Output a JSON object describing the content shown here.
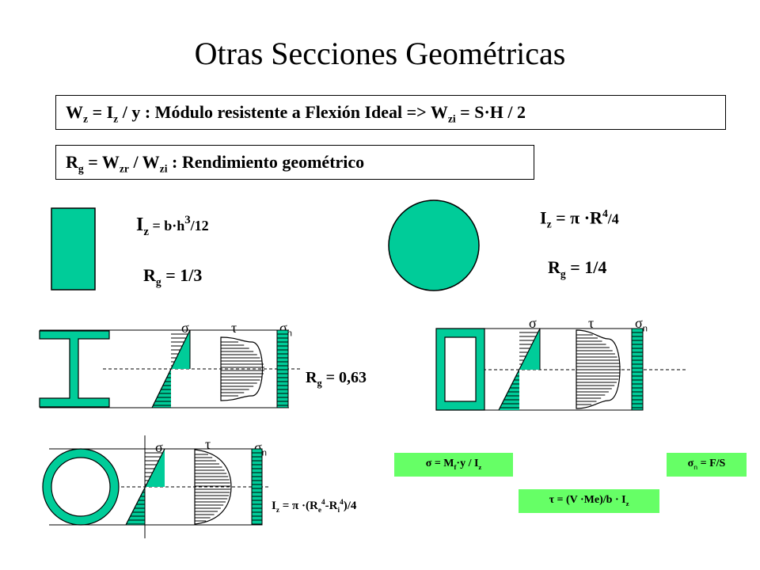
{
  "title": "Otras Secciones Geométricas",
  "definitions": {
    "wz": {
      "W": "W",
      "s1": "z",
      "eq": " = I",
      "s2": "z",
      "rest": " / y : Módulo resistente a Flexión Ideal => W",
      "s3": "zi",
      "end": " = S·H / 2"
    },
    "rg": {
      "R": "R",
      "s1": "g",
      "eq": " = W",
      "s2": "zr",
      "slash": " / W",
      "s3": "zi",
      "end": " : Rendimiento geométrico"
    }
  },
  "rect_section": {
    "iz": {
      "I": "I",
      "sub": "z",
      "eq": " = b·h",
      "sup": "3",
      "end": "/12"
    },
    "rg": {
      "R": "R",
      "sub": "g",
      "end": " = 1/3"
    }
  },
  "circle_section": {
    "iz": {
      "I": "I",
      "sub": "z",
      "eq": " = π ·R",
      "sup": "4",
      "end": "/4"
    },
    "rg": {
      "R": "R",
      "sub": "g",
      "end": " = 1/4"
    }
  },
  "ibeam_section": {
    "sigma": "σ",
    "tau": "τ",
    "sigma_n": "σ",
    "n": "n",
    "rg": {
      "R": "R",
      "sub": "g",
      "end": " = 0,63"
    }
  },
  "box_section": {
    "sigma": "σ",
    "tau": "τ",
    "sigma_n": "σ",
    "n": "n"
  },
  "ring_section": {
    "sigma": "σ",
    "tau": "τ",
    "sigma_n": "σ",
    "n": "n",
    "iz": {
      "I": "I",
      "sub": "z",
      "eq": " = π ·(R",
      "sub2": "e",
      "sup2": "4",
      "mid": "-R",
      "sub3": "i",
      "sup3": "4",
      "end": ")/4"
    }
  },
  "formulas": {
    "sigma": {
      "a": "σ = M",
      "sub1": "f",
      "b": "·y / I",
      "sub2": "z"
    },
    "tau": {
      "a": "τ = (V ·Me)/b · I",
      "sub": "z"
    },
    "sigma_n": {
      "a": "σ",
      "sub": "n",
      "b": " = F/S"
    }
  },
  "colors": {
    "section_fill": "#00cc99",
    "formula_bg": "#66ff66"
  }
}
